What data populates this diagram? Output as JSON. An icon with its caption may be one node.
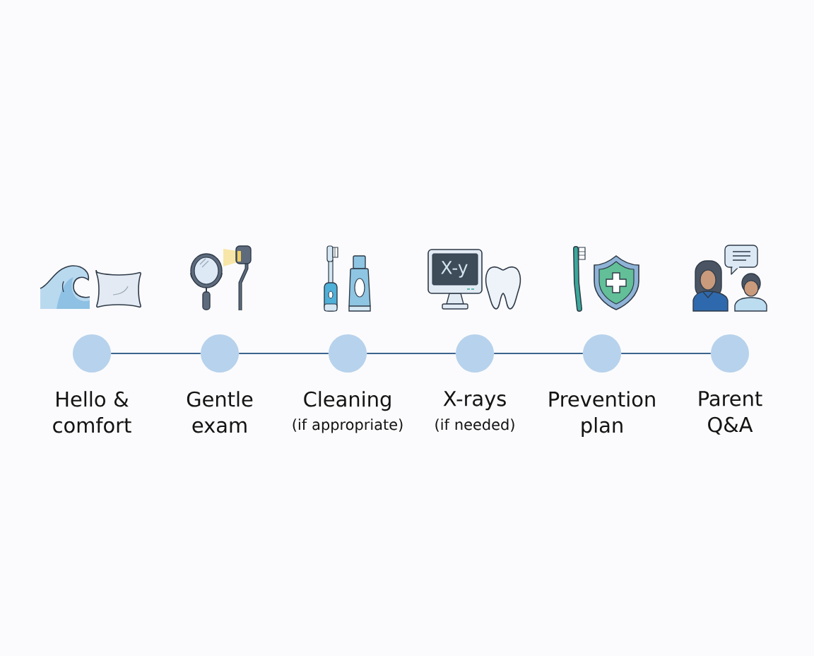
{
  "diagram": {
    "nodes": [
      {
        "text": [
          "Hello & comfort"
        ]
      },
      {
        "text": [
          "Gentle exam"
        ]
      },
      {
        "text": [
          "Cleaning",
          "(if appropriate)"
        ]
      },
      {
        "text": [
          "X-rays",
          "(if needed)"
        ]
      },
      {
        "text": [
          "Prevention plan"
        ]
      },
      {
        "text": [
          "Parent Q&A"
        ]
      }
    ],
    "edges": [
      {
        "from": 0,
        "to": 1,
        "arrow": "none"
      },
      {
        "from": 1,
        "to": 2,
        "arrow": "none"
      },
      {
        "from": 2,
        "to": 3,
        "arrow": "none"
      },
      {
        "from": 3,
        "to": 4,
        "arrow": "none"
      },
      {
        "from": 4,
        "to": 5,
        "arrow": "none"
      }
    ],
    "labels": [
      "X-y"
    ]
  }
}
